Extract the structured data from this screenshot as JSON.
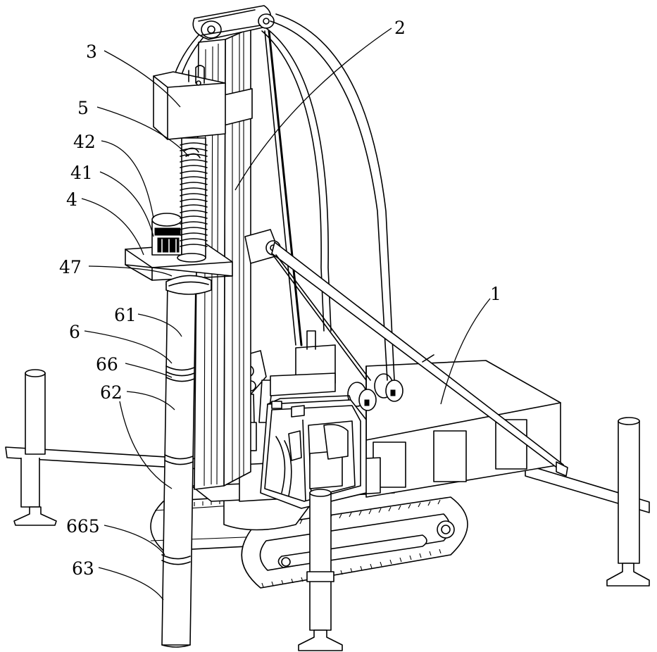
{
  "reference_numerals": {
    "n1": "1",
    "n2": "2",
    "n3": "3",
    "n5": "5",
    "n42": "42",
    "n41": "41",
    "n4": "4",
    "n47": "47",
    "n61": "61",
    "n6": "6",
    "n66": "66",
    "n62": "62",
    "n665": "665",
    "n63": "63"
  }
}
